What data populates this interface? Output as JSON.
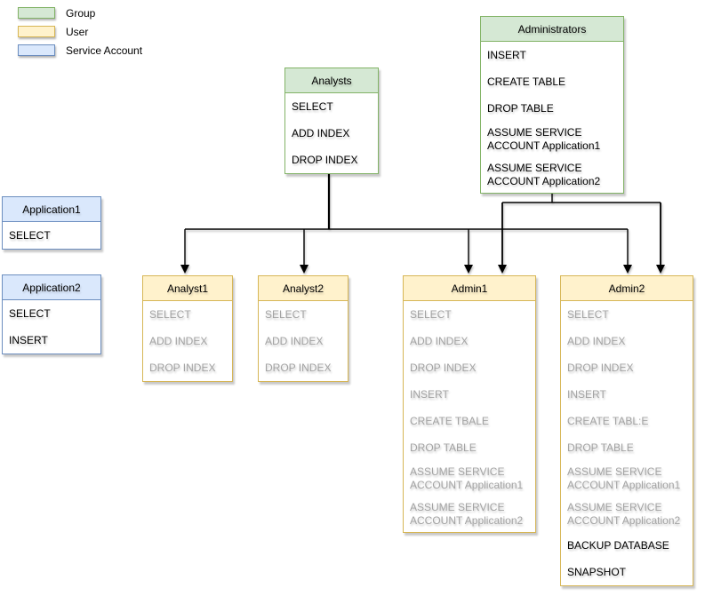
{
  "palette": {
    "group_fill": "#d5e8d4",
    "group_border": "#82b366",
    "user_fill": "#fff2cc",
    "user_border": "#d6b656",
    "service_fill": "#dae8fc",
    "service_border": "#6c8ebf",
    "text": "#000000",
    "muted_text": "#a3a3a3",
    "line": "#000000",
    "background": "#ffffff"
  },
  "legend": {
    "items": [
      {
        "id": "group",
        "label": "Group"
      },
      {
        "id": "user",
        "label": "User"
      },
      {
        "id": "service",
        "label": "Service Account"
      }
    ]
  },
  "boxes": [
    {
      "id": "administrators",
      "type": "group",
      "title": "Administrators",
      "items": [
        {
          "text": "INSERT",
          "muted": false,
          "lines": 1
        },
        {
          "text": "CREATE TABLE",
          "muted": false,
          "lines": 1
        },
        {
          "text": "DROP TABLE",
          "muted": false,
          "lines": 1
        },
        {
          "text": "ASSUME SERVICE\nACCOUNT Application1",
          "muted": false,
          "lines": 2
        },
        {
          "text": "ASSUME SERVICE\nACCOUNT Application2",
          "muted": false,
          "lines": 2
        }
      ]
    },
    {
      "id": "analysts",
      "type": "group",
      "title": "Analysts",
      "items": [
        {
          "text": "SELECT",
          "muted": false,
          "lines": 1
        },
        {
          "text": "ADD INDEX",
          "muted": false,
          "lines": 1
        },
        {
          "text": "DROP INDEX",
          "muted": false,
          "lines": 1
        }
      ]
    },
    {
      "id": "application1",
      "type": "service",
      "title": "Application1",
      "items": [
        {
          "text": "SELECT",
          "muted": false,
          "lines": 1
        }
      ]
    },
    {
      "id": "application2",
      "type": "service",
      "title": "Application2",
      "items": [
        {
          "text": "SELECT",
          "muted": false,
          "lines": 1
        },
        {
          "text": "INSERT",
          "muted": false,
          "lines": 1
        }
      ]
    },
    {
      "id": "analyst1",
      "type": "user",
      "title": "Analyst1",
      "items": [
        {
          "text": "SELECT",
          "muted": true,
          "lines": 1
        },
        {
          "text": "ADD INDEX",
          "muted": true,
          "lines": 1
        },
        {
          "text": "DROP INDEX",
          "muted": true,
          "lines": 1
        }
      ]
    },
    {
      "id": "analyst2",
      "type": "user",
      "title": "Analyst2",
      "items": [
        {
          "text": "SELECT",
          "muted": true,
          "lines": 1
        },
        {
          "text": "ADD INDEX",
          "muted": true,
          "lines": 1
        },
        {
          "text": "DROP INDEX",
          "muted": true,
          "lines": 1
        }
      ]
    },
    {
      "id": "admin1",
      "type": "user",
      "title": "Admin1",
      "items": [
        {
          "text": "SELECT",
          "muted": true,
          "lines": 1
        },
        {
          "text": "ADD INDEX",
          "muted": true,
          "lines": 1
        },
        {
          "text": "DROP INDEX",
          "muted": true,
          "lines": 1
        },
        {
          "text": "INSERT",
          "muted": true,
          "lines": 1
        },
        {
          "text": "CREATE TBALE",
          "muted": true,
          "lines": 1
        },
        {
          "text": "DROP TABLE",
          "muted": true,
          "lines": 1
        },
        {
          "text": "ASSUME SERVICE\nACCOUNT Application1",
          "muted": true,
          "lines": 2
        },
        {
          "text": "ASSUME SERVICE\nACCOUNT Application2",
          "muted": true,
          "lines": 2
        }
      ]
    },
    {
      "id": "admin2",
      "type": "user",
      "title": "Admin2",
      "items": [
        {
          "text": "SELECT",
          "muted": true,
          "lines": 1
        },
        {
          "text": "ADD INDEX",
          "muted": true,
          "lines": 1
        },
        {
          "text": "DROP INDEX",
          "muted": true,
          "lines": 1
        },
        {
          "text": "INSERT",
          "muted": true,
          "lines": 1
        },
        {
          "text": "CREATE TABL:E",
          "muted": true,
          "lines": 1
        },
        {
          "text": "DROP TABLE",
          "muted": true,
          "lines": 1
        },
        {
          "text": "ASSUME SERVICE\nACCOUNT Application1",
          "muted": true,
          "lines": 2
        },
        {
          "text": "ASSUME SERVICE\nACCOUNT Application2",
          "muted": true,
          "lines": 2
        },
        {
          "text": "BACKUP DATABASE",
          "muted": false,
          "lines": 1
        },
        {
          "text": "SNAPSHOT",
          "muted": false,
          "lines": 1
        }
      ]
    }
  ]
}
